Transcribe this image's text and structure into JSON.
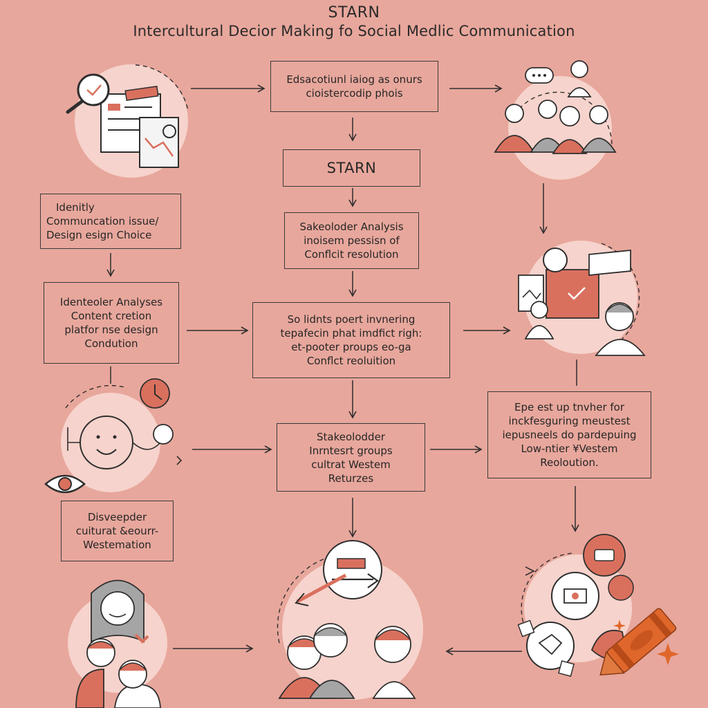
{
  "header": {
    "title": "STARN",
    "subtitle": "Intercultural Decior Making fo Social Medlic Communication"
  },
  "boxes": {
    "top_center": [
      "Edsacotiunl iaiog as onurs",
      "cioistercodip phois"
    ],
    "starn": [
      "STARN"
    ],
    "left_identify": [
      "Idenitly",
      "Communcation issue/",
      "Design esign Choice"
    ],
    "stakeholder_analysis": [
      "Sakeoloder Analysis",
      "inoisem pessisn of",
      "Conflcit resolution"
    ],
    "left_analyses": [
      "Identeoler Analyses",
      "Content cretion",
      "platfor nse design",
      "Condution"
    ],
    "center_middle": [
      "So lidnts poert invnering",
      "tepafecin phat imdfict righ:",
      "et-pooter proups eo-ga",
      "Conflct reoluition"
    ],
    "stakeholder_groups": [
      "Stakeolodder",
      "Inrntesrt groups",
      "cultrat Westem",
      "Returzes"
    ],
    "right_middle": [
      "Epe est up tnvher for",
      "inckfesguring meustest",
      "iepusneels do pardepuing",
      "Low-ntier ¥Vestem",
      "Reoloution."
    ],
    "left_lower": [
      "Disveepder",
      "cuiturat &eourr-",
      "Westemation"
    ]
  },
  "colors": {
    "background": "#E8A79C",
    "accent": "#D9705E",
    "circle_fill": "#F6D3CC",
    "line": "#2E2E2E",
    "crayon": "#E0672B"
  },
  "icons": [
    "magnifier-checklist-icon",
    "people-group-icon",
    "presentation-people-icon",
    "face-network-icon",
    "eye-icon",
    "clock-icon",
    "arrows-people-icon",
    "chat-hands-icon",
    "crayon-icon",
    "family-icon"
  ]
}
